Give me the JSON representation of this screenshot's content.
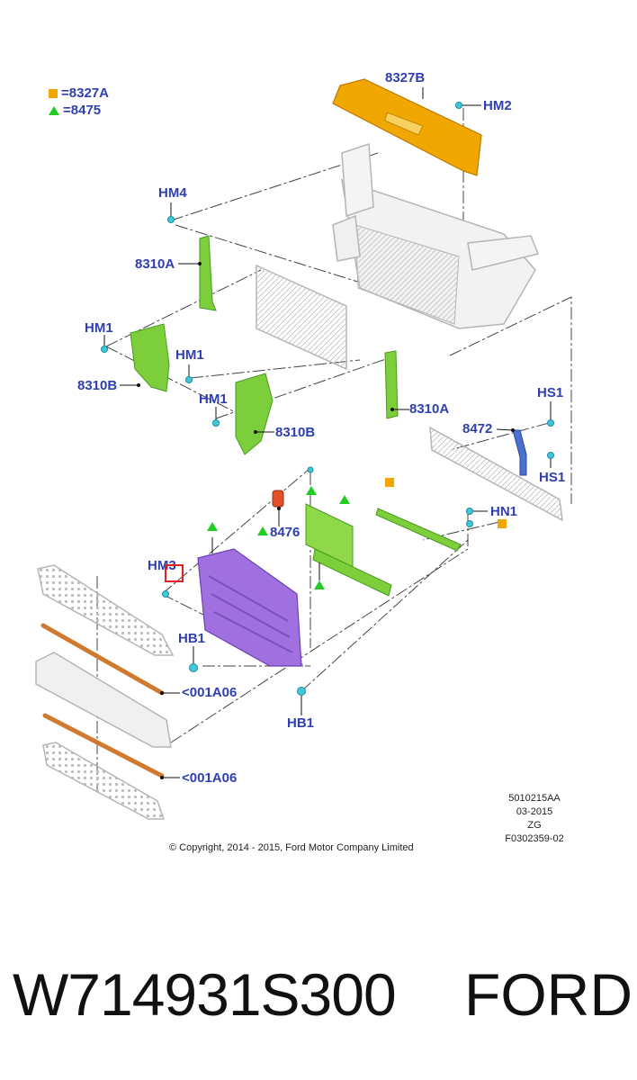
{
  "legend": {
    "items": [
      {
        "symbol": "square",
        "text": "=8327A",
        "color": "#f0a800"
      },
      {
        "symbol": "triangle",
        "text": "=8475",
        "color": "#22cc22"
      }
    ]
  },
  "callouts": {
    "c8327B": "8327B",
    "hm2": "HM2",
    "hm4": "HM4",
    "c8310A_left": "8310A",
    "hm1_a": "HM1",
    "hm1_b": "HM1",
    "c8310B_left": "8310B",
    "hm1_c": "HM1",
    "c8310B_mid": "8310B",
    "c8310A_right": "8310A",
    "hs1_top": "HS1",
    "c8472": "8472",
    "hs1_bottom": "HS1",
    "hn1": "HN1",
    "c8476": "8476",
    "hm3": "HM3",
    "hb1_left": "HB1",
    "c001A06_top": "<001A06",
    "hb1_bottom": "HB1",
    "c001A06_bottom": "<001A06"
  },
  "meta": {
    "code": "5010215AA",
    "date": "03-2015",
    "zg": "ZG",
    "ref": "F0302359-02"
  },
  "copyright": "© Copyright, 2014 - 2015, Ford Motor Company Limited",
  "part_number": "W714931S300",
  "brand": "FORD",
  "colors": {
    "callout": "#2f3fb0",
    "orange_part": "#f0a800",
    "green_part": "#7ccf3a",
    "purple_part": "#a070e0",
    "red_part": "#e0502a",
    "blue_part": "#4a70d0",
    "fastener": "#40c8d8",
    "highlight": "#e02020"
  }
}
